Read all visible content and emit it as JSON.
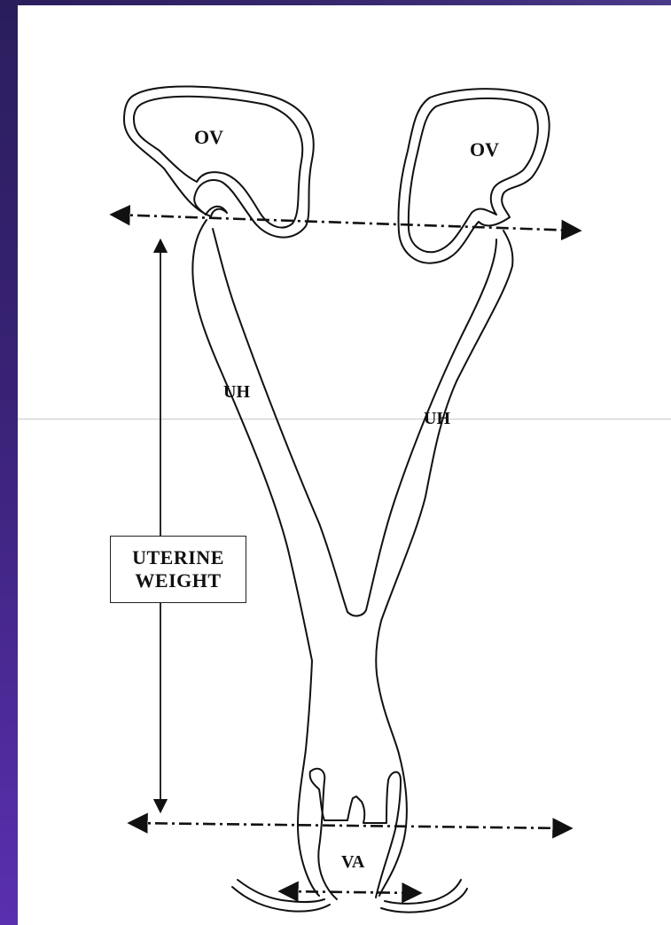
{
  "labels": {
    "ovary_left": "OV",
    "ovary_right": "OV",
    "horn_left": "UH",
    "horn_right": "UH",
    "vagina": "VA",
    "measure_line1": "UTERINE",
    "measure_line2": "WEIGHT"
  },
  "colors": {
    "sidebar": "#3a2378",
    "line": "#111111"
  }
}
